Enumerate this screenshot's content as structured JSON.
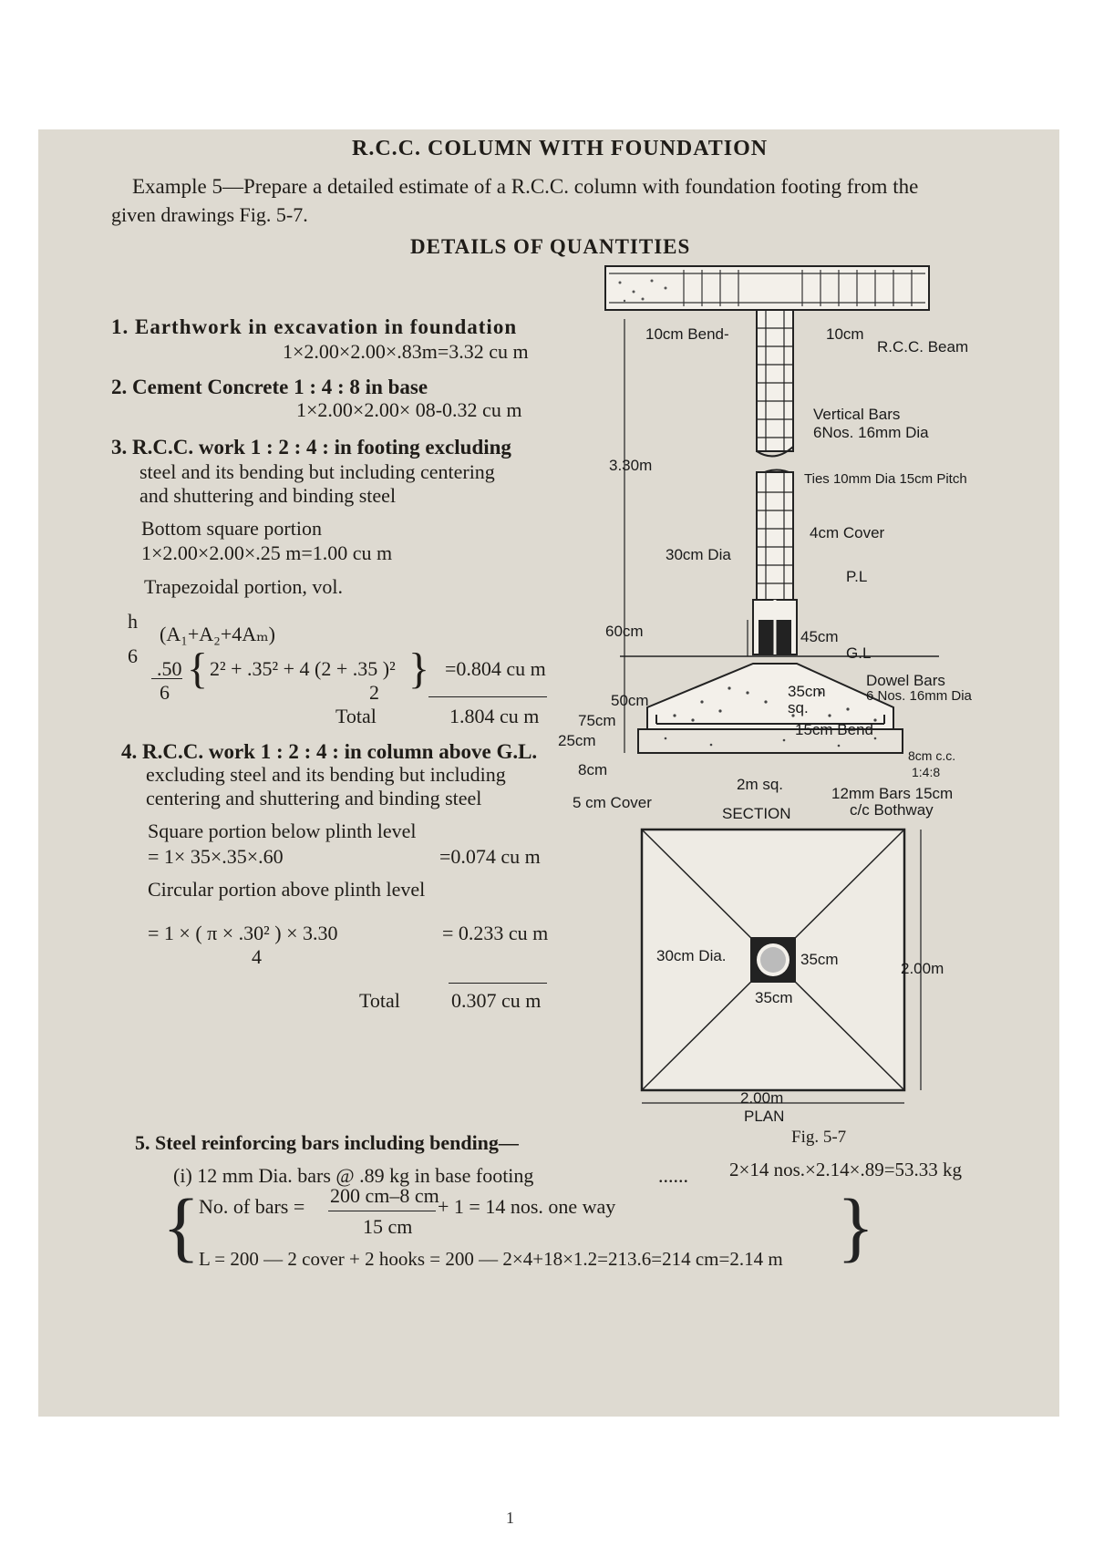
{
  "heading": "R.C.C. COLUMN WITH FOUNDATION",
  "intro": {
    "line1": "Example 5—Prepare a detailed estimate of a R.C.C. column with foundation footing from the",
    "line2": "given drawings Fig. 5-7."
  },
  "subheading": "DETAILS OF QUANTITIES",
  "items": {
    "i1": {
      "title": "1. Earthwork in excavation in foundation",
      "calc": "1×2.00×2.00×.83m=3.32 cu m"
    },
    "i2": {
      "title": "2. Cement Concrete 1 : 4 : 8 in base",
      "calc": "1×2.00×2.00× 08-0.32 cu m"
    },
    "i3": {
      "title": "3. R.C.C. work 1 : 2 : 4 : in footing excluding",
      "l2": "steel and its bending but including centering",
      "l3": "and shuttering and binding steel",
      "sq_label": "Bottom square portion",
      "sq_calc": "1×2.00×2.00×.25 m=1.00 cu m",
      "trap_label": "Trapezoidal portion, vol.",
      "formula_h": "h",
      "formula": "(A₁+A₂+4Aₘ)",
      "formula_6": "6",
      "frac_num": ".50",
      "frac_den": "6",
      "bracket_expr": "2² + .35² + 4 (2 + .35 )²",
      "bracket_den": "2",
      "trap_result": "=0.804 cu m",
      "total_label": "Total",
      "total_val": "1.804 cu m"
    },
    "i4": {
      "title": "4. R.C.C. work 1 : 2 : 4 : in column above G.L.",
      "l2": "excluding steel and its bending but including",
      "l3": "centering and shuttering and binding steel",
      "sq_label": "Square portion below plinth level",
      "sq_calc": "= 1× 35×.35×.60",
      "sq_val": "=0.074 cu m",
      "circ_label": "Circular portion above plinth level",
      "circ_calc": "= 1 ×  ( π × .30²  ) × 3.30",
      "circ_den": "4",
      "circ_val": "= 0.233 cu m",
      "total_label": "Total",
      "total_val": "0.307 cu m"
    },
    "i5": {
      "title": "5. Steel reinforcing bars including bending—",
      "sub1": "(i) 12 mm Dia. bars @ .89 kg in base footing",
      "dots": "......",
      "sub1_val": "2×14 nos.×2.14×.89=53.33 kg",
      "nb_label": "No. of bars =",
      "nb_num": "200 cm–8 cm",
      "nb_den": "15 cm",
      "nb_rest": "+ 1 = 14 nos. one way",
      "len": "L = 200 — 2 cover + 2 hooks = 200 — 2×4+18×1.2=213.6=214 cm=2.14 m"
    }
  },
  "figure": {
    "labels": {
      "bend10": "10cm Bend-",
      "c10": "10cm",
      "beam": "R.C.C. Beam",
      "vbars1": "Vertical Bars",
      "vbars2": "6Nos. 16mm Dia",
      "h330": "3.30m",
      "ties": "Ties 10mm Dia 15cm Pitch",
      "cover4": "4cm Cover",
      "dia30": "30cm Dia",
      "pl": "P.L",
      "h60": "60cm",
      "h45": "45cm",
      "gl": "G.L",
      "dowel1": "Dowel Bars",
      "dowel2": "6 Nos. 16mm Dia",
      "h50": "50cm",
      "sq35": "35cm",
      "sq": "sq.",
      "h75": "75cm",
      "h25": "25cm",
      "bend15": "15cm Bend",
      "h8": "8cm",
      "cc8": "8cm c.c.",
      "mix": "1:4:8",
      "sq2m": "2m sq.",
      "bars12a": "12mm Bars 15cm",
      "bars12b": "c/c Bothway",
      "cover5": "5 cm Cover",
      "section": "SECTION",
      "plan_dia": "30cm Dia.",
      "plan_35a": "35cm",
      "plan_35b": "35cm",
      "plan_2a": "2.00m",
      "plan_2b": "2.00m",
      "plan": "PLAN",
      "figno": "Fig. 5-7"
    }
  },
  "page_number": "1"
}
